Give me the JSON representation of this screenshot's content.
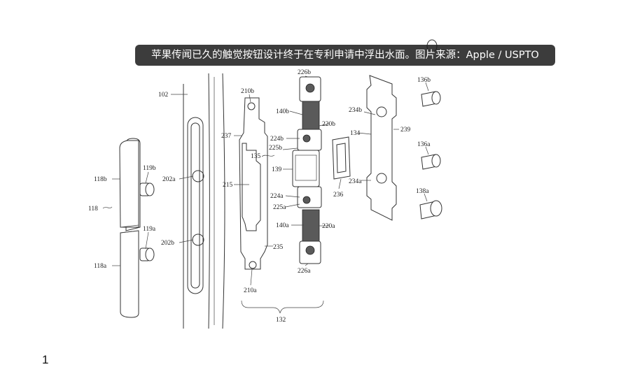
{
  "caption": "苹果传闻已久的触觉按钮设计终于在专利申请中浮出水面。图片来源：Apple / USPTO",
  "page_number": "1",
  "labels": {
    "l102": "102",
    "l118": "118",
    "l118b": "118b",
    "l118a": "118a",
    "l119b": "119b",
    "l119a": "119a",
    "l202a": "202a",
    "l202b": "202b",
    "l210b": "210b",
    "l210a": "210a",
    "l237": "237",
    "l215": "215",
    "l235": "235",
    "l132": "132",
    "l226b": "226b",
    "l226a": "226a",
    "l140b": "140b",
    "l140a": "140a",
    "l224b": "224b",
    "l225b": "225b",
    "l224a": "224a",
    "l225a": "225a",
    "l135": "135",
    "l139": "139",
    "l220b": "220b",
    "l220a": "220a",
    "l236": "236",
    "l234b": "234b",
    "l234a": "234a",
    "l134": "134",
    "l239": "239",
    "l136b": "136b",
    "l136a": "136a",
    "l138a": "138a"
  }
}
